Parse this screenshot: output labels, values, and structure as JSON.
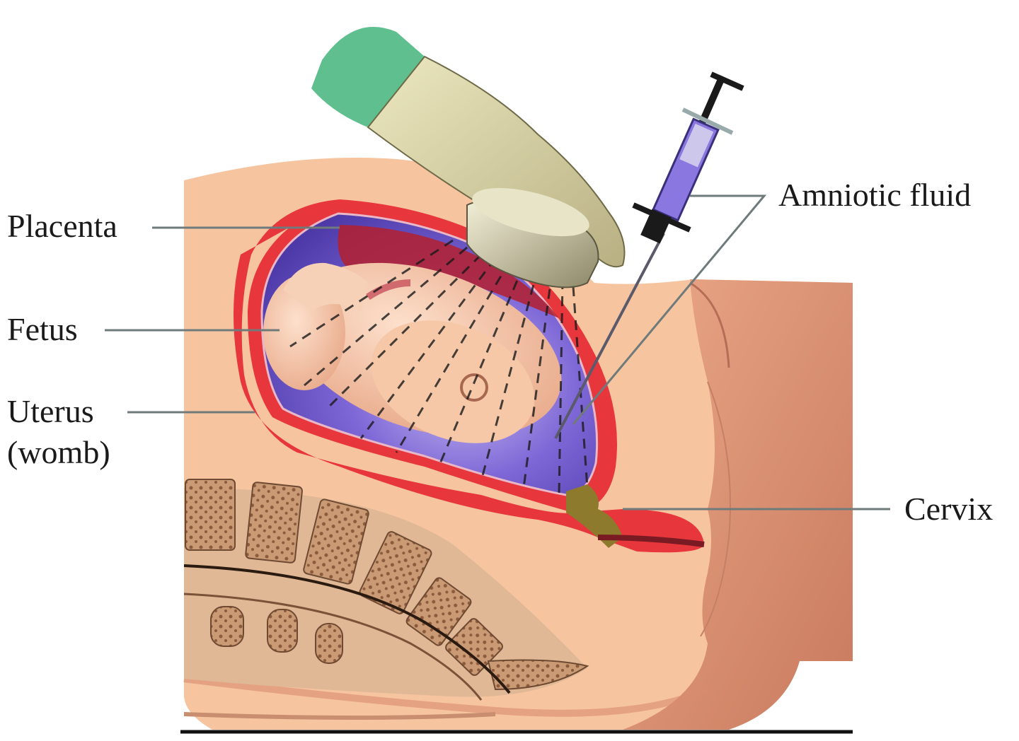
{
  "figure": {
    "subject": "Amniocentesis procedure illustration",
    "labels": {
      "placenta": "Placenta",
      "fetus": "Fetus",
      "uterus_line1": "Uterus",
      "uterus_line2": "(womb)",
      "amniotic_fluid": "Amniotic fluid",
      "cervix": "Cervix"
    },
    "elements": {
      "gloved_hand": "gloved hand holding ultrasound transducer",
      "ultrasound_transducer": "ultrasound probe",
      "syringe": "syringe with needle",
      "spine": "spine / vertebrae"
    },
    "colors": {
      "skin": "#f7c4a0",
      "skin_dark": "#d98c70",
      "uterus_wall": "#e8363d",
      "amniotic_fluid": "#6d55c8",
      "glove": "#d8d3a4",
      "sleeve": "#5fbf8e",
      "bone": "#b88a66",
      "leader_line": "#6f7a7a",
      "text": "#1a1a1a"
    }
  }
}
